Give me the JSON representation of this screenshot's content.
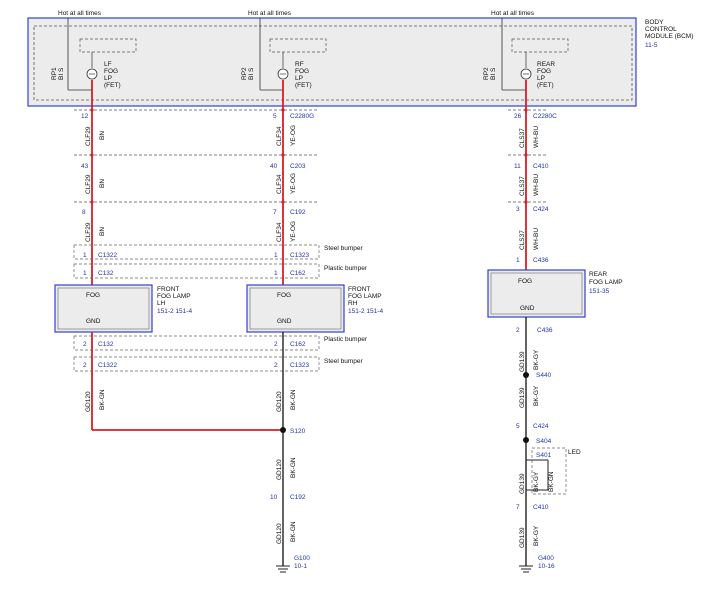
{
  "hot": {
    "lf": "Hot at all times",
    "rf": "Hot at all times",
    "rear": "Hot at all times"
  },
  "bcm": {
    "line1": "BODY",
    "line2": "CONTROL",
    "line3": "MODULE (BCM)",
    "ref": "11-5"
  },
  "fet": {
    "lf": {
      "pin": "RP1",
      "pin2": "BI S",
      "l1": "LF",
      "l2": "FOG",
      "l3": "LP",
      "l4": "(FET)"
    },
    "rf": {
      "pin": "RP2",
      "pin2": "BI S",
      "l1": "RF",
      "l2": "FOG",
      "l3": "LP",
      "l4": "(FET)"
    },
    "rear": {
      "pin": "RP2",
      "pin2": "BI S",
      "l1": "REAR",
      "l2": "FOG",
      "l3": "LP",
      "l4": "(FET)"
    }
  },
  "lh": {
    "pins": [
      "12",
      "43",
      "8",
      "1",
      "1",
      "2",
      "2"
    ],
    "wires": [
      {
        "c": "CLF29",
        "col": "BN"
      },
      {
        "c": "CLF29",
        "col": "BN"
      },
      {
        "c": "CLF29",
        "col": "BN"
      }
    ],
    "gnd_wire": {
      "c": "GD120",
      "col": "BK-GN"
    }
  },
  "rh": {
    "pins": [
      "5",
      "40",
      "7",
      "1",
      "1",
      "2",
      "2",
      "10"
    ],
    "wires": [
      {
        "c": "CLF34",
        "col": "YE-OG"
      },
      {
        "c": "CLF34",
        "col": "YE-OG"
      },
      {
        "c": "CLF34",
        "col": "YE-OG"
      }
    ],
    "gnd_wires": [
      {
        "c": "GD120",
        "col": "BK-GN"
      },
      {
        "c": "GD120",
        "col": "BK-GN"
      },
      {
        "c": "GD120",
        "col": "BK-GN"
      }
    ]
  },
  "rear": {
    "pins": [
      "26",
      "11",
      "3",
      "1",
      "2",
      "5",
      "7"
    ],
    "wires": [
      {
        "c": "CLS37",
        "col": "WH-BU"
      },
      {
        "c": "CLS37",
        "col": "WH-BU"
      },
      {
        "c": "CLS37",
        "col": "WH-BU"
      }
    ],
    "gnd_wires": [
      {
        "c": "GD139",
        "col": "BK-GY"
      },
      {
        "c": "GD139",
        "col": "BK-GY"
      },
      {
        "c": "GD139",
        "col": "BK-GY"
      },
      {
        "c": "GD139",
        "col": "BK-GY"
      }
    ],
    "led_colors": [
      "BK-GY",
      "BK-GN"
    ]
  },
  "connectors": {
    "c2280g": "C2280G",
    "c203": "C203",
    "c192": "C192",
    "c1322": "C1322",
    "c132": "C132",
    "c1323": "C1323",
    "c162": "C162",
    "c2280c": "C2280C",
    "c410": "C410",
    "c424": "C424",
    "c436": "C436"
  },
  "bumpers": {
    "steel": "Steel bumper",
    "plastic": "Plastic bumper"
  },
  "lamps": {
    "lh": {
      "fog": "FOG",
      "gnd": "GND",
      "l1": "FRONT",
      "l2": "FOG LAMP",
      "l3": "LH",
      "ref": "151-2    151-4"
    },
    "rh": {
      "fog": "FOG",
      "gnd": "GND",
      "l1": "FRONT",
      "l2": "FOG LAMP",
      "l3": "RH",
      "ref": "151-2    151-4"
    },
    "rear": {
      "fog": "FOG",
      "gnd": "GND",
      "l1": "REAR",
      "l2": "FOG LAMP",
      "ref": "151-35"
    }
  },
  "splices": {
    "s120": "S120",
    "s440": "S440",
    "s404": "S404",
    "s401": "S401",
    "led": "LED"
  },
  "grounds": {
    "g100": "G100",
    "g100_ref": "10-1",
    "g400": "G400",
    "g400_ref": "10-16"
  }
}
